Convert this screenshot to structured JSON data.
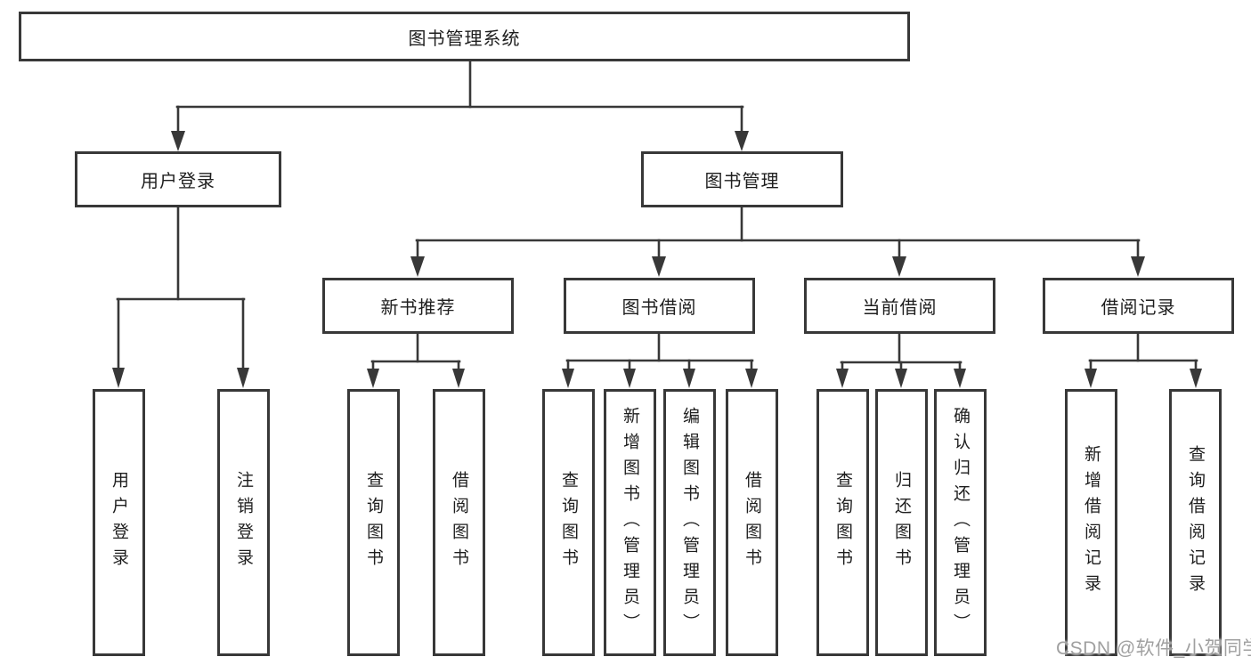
{
  "diagram": {
    "root": {
      "label": "图书管理系统"
    },
    "branches": [
      {
        "label": "用户登录",
        "children": [
          {
            "label": "用户登录"
          },
          {
            "label": "注销登录"
          }
        ]
      },
      {
        "label": "图书管理",
        "children": [
          {
            "label": "新书推荐",
            "children": [
              {
                "label": "查询图书"
              },
              {
                "label": "借阅图书"
              }
            ]
          },
          {
            "label": "图书借阅",
            "children": [
              {
                "label": "查询图书"
              },
              {
                "label": "新增图书（管理员）"
              },
              {
                "label": "编辑图书（管理员）"
              },
              {
                "label": "借阅图书"
              }
            ]
          },
          {
            "label": "当前借阅",
            "children": [
              {
                "label": "查询图书"
              },
              {
                "label": "归还图书"
              },
              {
                "label": "确认归还（管理员）"
              }
            ]
          },
          {
            "label": "借阅记录",
            "children": [
              {
                "label": "新增借阅记录"
              },
              {
                "label": "查询借阅记录"
              }
            ]
          }
        ]
      }
    ]
  },
  "watermark": {
    "text": "CSDN @软件_小贺同学"
  },
  "colors": {
    "line": "#383838",
    "text": "#1e1e1e",
    "background": "#ffffff",
    "watermark_gray": "#a0a0a0"
  }
}
